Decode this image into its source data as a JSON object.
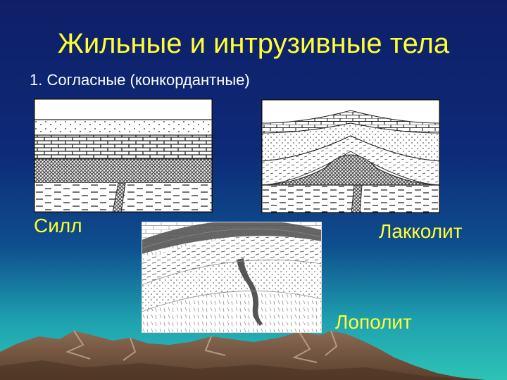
{
  "slide": {
    "title": "Жильные и интрузивные тела",
    "subtitle": "1. Согласные (конкордантные)"
  },
  "figures": {
    "sill": {
      "label": "Силл"
    },
    "laccolith": {
      "label": "Лакколит"
    },
    "lopolith": {
      "label": "Лополит"
    }
  },
  "colors": {
    "title": "#ffff33",
    "subtitle": "#ffffff",
    "labels": "#ffff33",
    "intrusion": "#555555"
  }
}
